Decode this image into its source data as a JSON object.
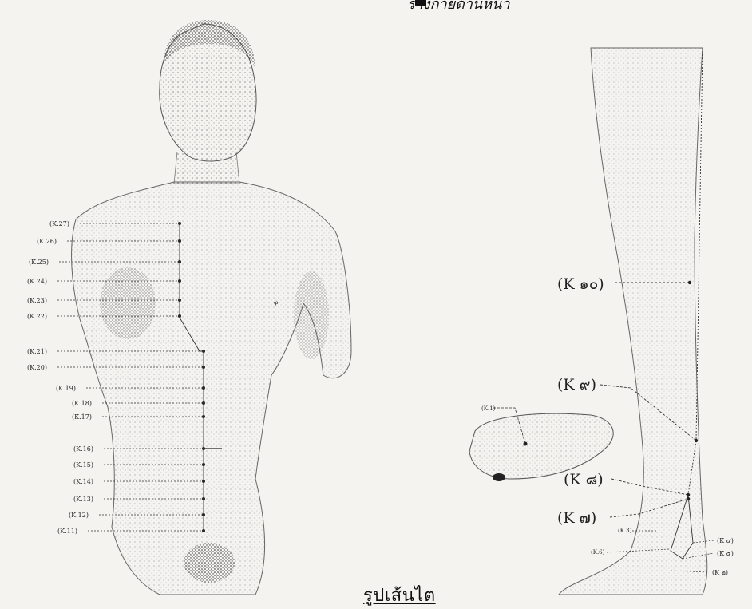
{
  "header": {
    "text": "ร่างกายด้านหน้า"
  },
  "caption": "รูปเส้นไต",
  "torso_points": [
    {
      "label": "(K.27)"
    },
    {
      "label": "(K.26)"
    },
    {
      "label": "(K.25)"
    },
    {
      "label": "(K.24)"
    },
    {
      "label": "(K.23)"
    },
    {
      "label": "(K.22)"
    },
    {
      "label": "(K.21)"
    },
    {
      "label": "(K.20)"
    },
    {
      "label": "(K.19)"
    },
    {
      "label": "(K.18)"
    },
    {
      "label": "(K.17)"
    },
    {
      "label": "(K.16)"
    },
    {
      "label": "(K.15)"
    },
    {
      "label": "(K.14)"
    },
    {
      "label": "(K.13)"
    },
    {
      "label": "(K.12)"
    },
    {
      "label": "(K.11)"
    }
  ],
  "foot_sole_label": "(K.1)",
  "leg_points": [
    {
      "label": "(K ๑๐)"
    },
    {
      "label": "(K ๙)"
    },
    {
      "label": "(K ๘)"
    },
    {
      "label": "(K ๗)"
    }
  ],
  "ankle_small_labels": [
    "(K.3)",
    "(K.6)"
  ],
  "ankle_right_labels": [
    "(K ๔)",
    "(K ๕)",
    "(K ๒)"
  ]
}
